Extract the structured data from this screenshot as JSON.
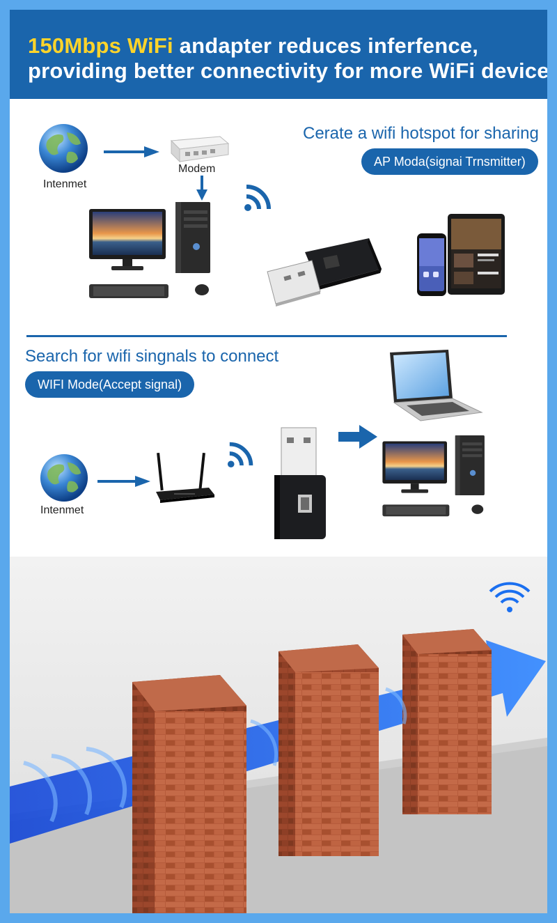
{
  "header": {
    "highlight": "150Mbps WiFi",
    "line1_rest": " andapter reduces inferfence,",
    "line2": "providing better connectivity for more WiFi device"
  },
  "ap_section": {
    "caption": "Cerate a wifi hotspot for sharing",
    "pill": "AP Moda(signai Trnsmitter)",
    "internet_label": "Intenmet",
    "modem_label": "Modem"
  },
  "wifi_section": {
    "caption": "Search for wifi singnals to connect",
    "pill": "WIFI Mode(Accept signal)",
    "internet_label": "Intenmet"
  },
  "colors": {
    "brand_blue": "#1a65ac",
    "highlight_yellow": "#ffd42a",
    "border_blue": "#5aa8ec",
    "brick": "#b45a3c"
  }
}
